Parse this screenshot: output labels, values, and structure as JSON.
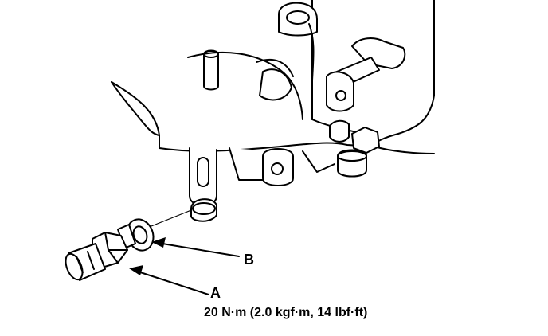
{
  "colors": {
    "ink": "#000000",
    "paper": "#ffffff"
  },
  "callouts": {
    "a": {
      "letter": "A",
      "torque": "20 N·m (2.0 kgf·m, 14 lbf·ft)"
    },
    "b": {
      "letter": "B"
    }
  }
}
